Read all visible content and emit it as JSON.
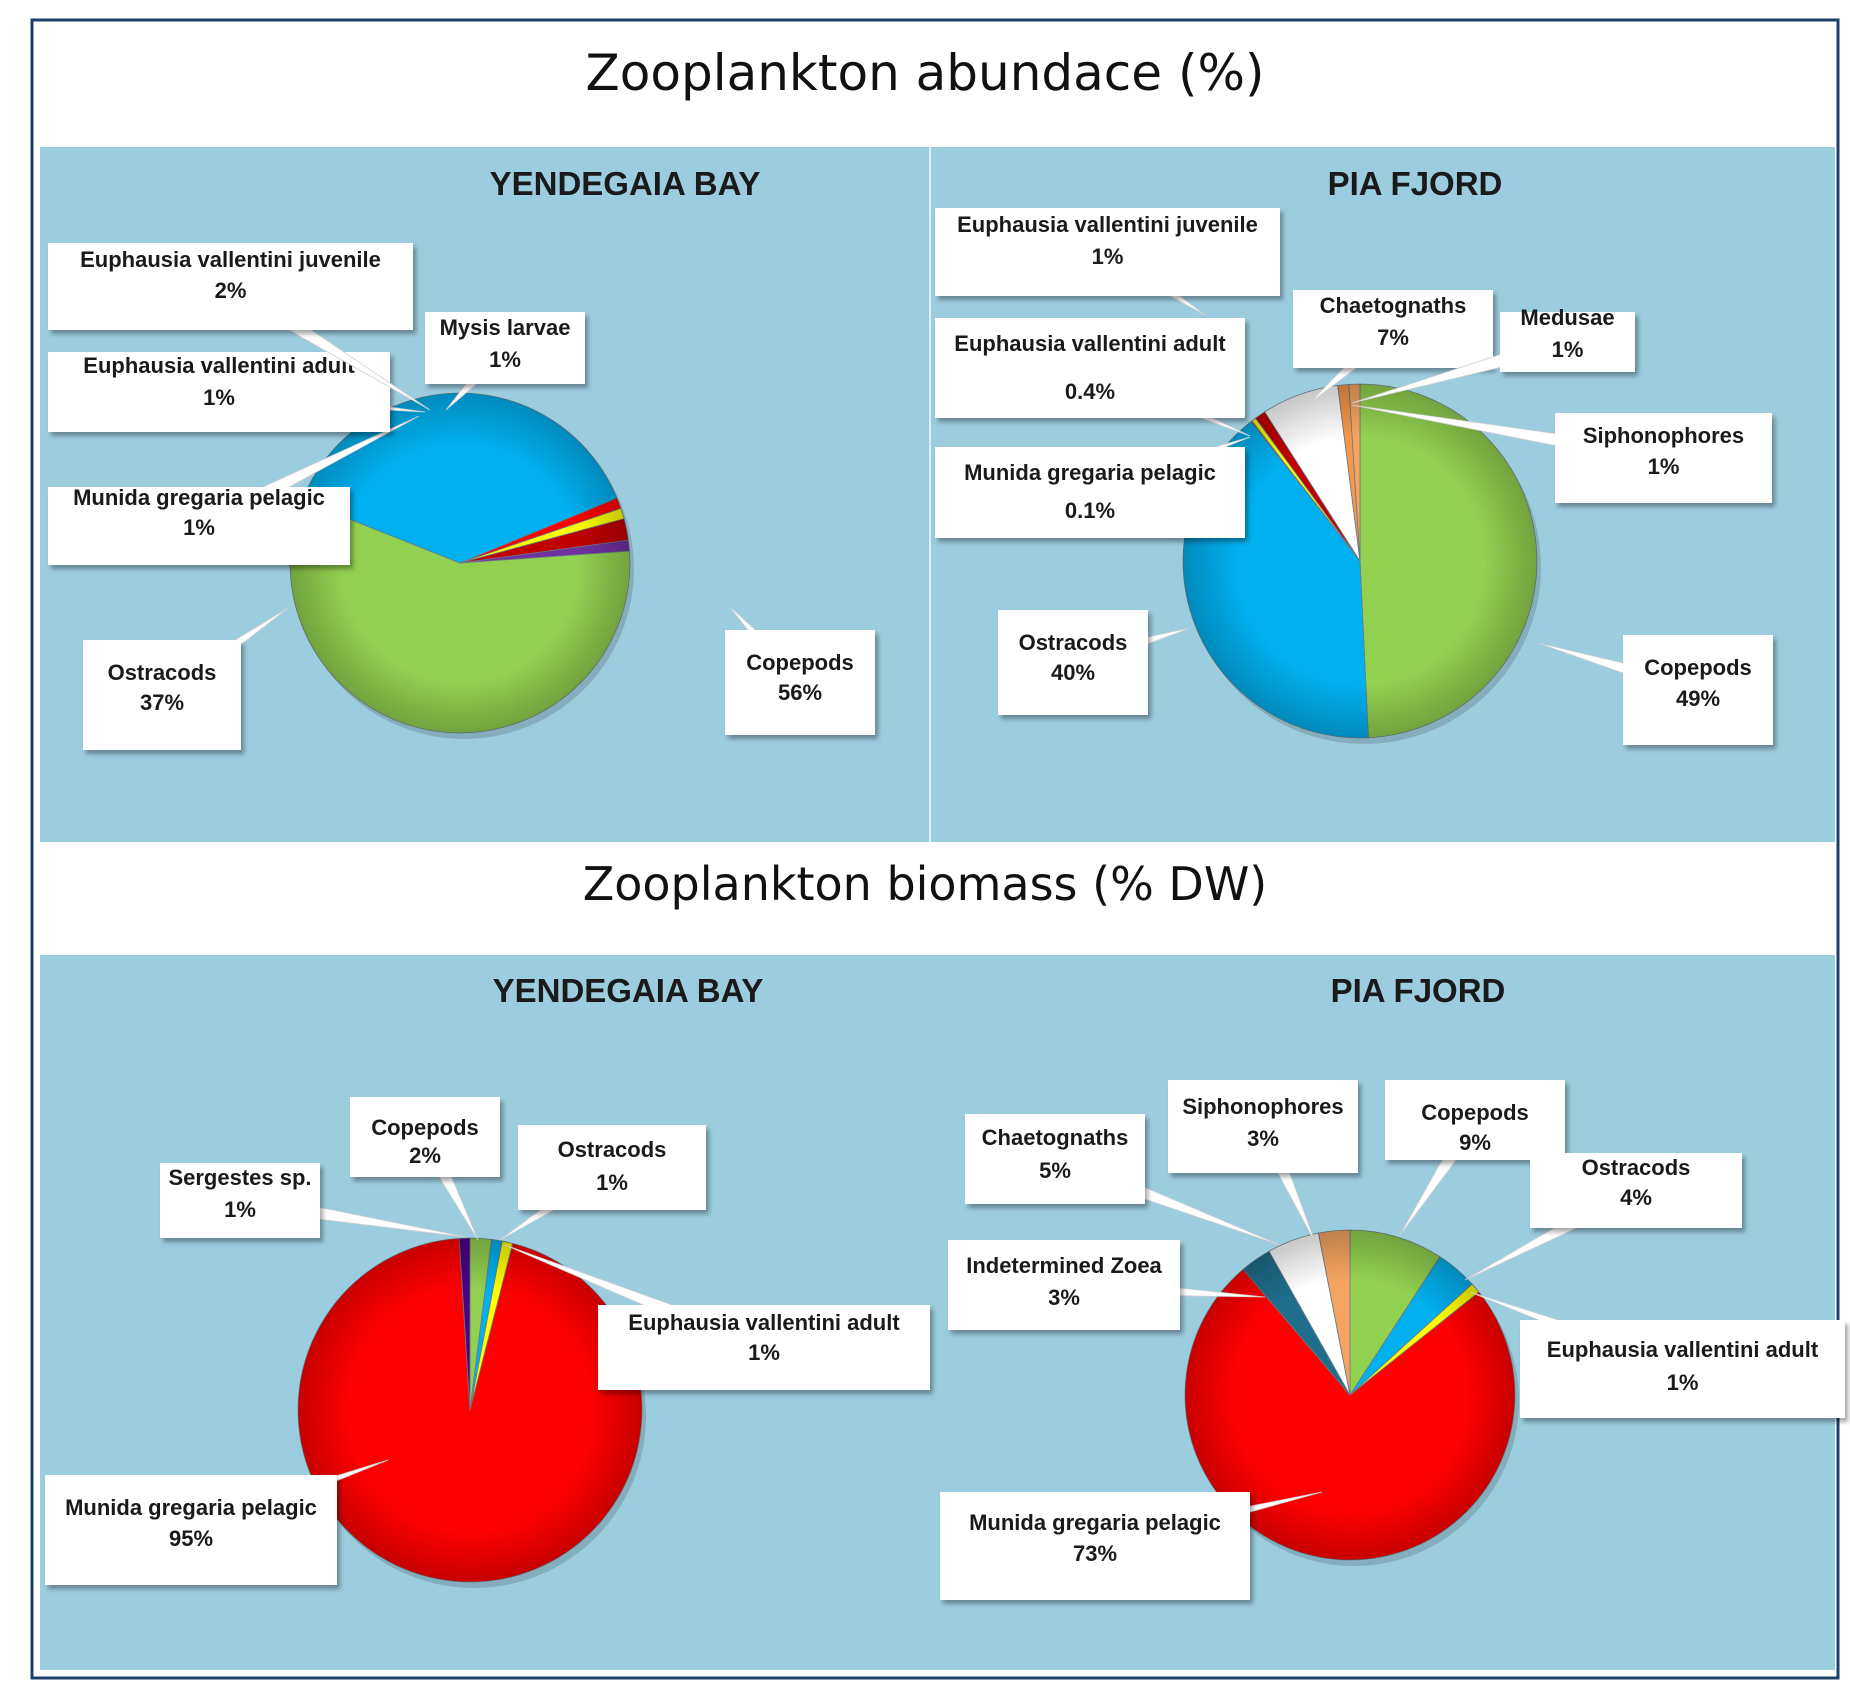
{
  "figure": {
    "sections": [
      {
        "key": "abundance",
        "title": "Zooplankton abundace  (%)"
      },
      {
        "key": "biomass",
        "title": "Zooplankton biomass  (% DW)"
      }
    ]
  },
  "colors": {
    "panel_background": "#9ccddf",
    "Copepods": "#92d050",
    "Ostracods": "#00b0f0",
    "Munida gregaria pelagic": "#ff0000",
    "Euphausia vallentini adult": "#ffff00",
    "Euphausia vallentini juvenile": "#c00000",
    "Mysis larvae": "#7030a0",
    "Chaetognaths": "#ffffff",
    "Medusae": "#f79646",
    "Siphonophores": "#f4a460",
    "Sergestes sp.": "#4b0082",
    "Indetermined Zoea": "#1f6e8c"
  },
  "chart_data": [
    {
      "type": "pie",
      "section": "abundance",
      "title": "YENDEGAIA  BAY",
      "slices": [
        {
          "label": "Copepods",
          "value": 56,
          "display": "56%"
        },
        {
          "label": "Ostracods",
          "value": 37,
          "display": "37%"
        },
        {
          "label": "Munida gregaria pelagic",
          "value": 1,
          "display": "1%"
        },
        {
          "label": "Euphausia vallentini adult",
          "value": 1,
          "display": "1%"
        },
        {
          "label": "Euphausia vallentini juvenile",
          "value": 2,
          "display": "2%"
        },
        {
          "label": "Mysis larvae",
          "value": 1,
          "display": "1%"
        }
      ]
    },
    {
      "type": "pie",
      "section": "abundance",
      "title": "PIA  FJORD",
      "slices": [
        {
          "label": "Copepods",
          "value": 49,
          "display": "49%"
        },
        {
          "label": "Ostracods",
          "value": 40,
          "display": "40%"
        },
        {
          "label": "Munida gregaria pelagic",
          "value": 0.1,
          "display": "0.1%"
        },
        {
          "label": "Euphausia vallentini adult",
          "value": 0.4,
          "display": "0.4%"
        },
        {
          "label": "Euphausia vallentini juvenile",
          "value": 1,
          "display": "1%"
        },
        {
          "label": "Chaetognaths",
          "value": 7,
          "display": "7%"
        },
        {
          "label": "Medusae",
          "value": 1,
          "display": "1%"
        },
        {
          "label": "Siphonophores",
          "value": 1,
          "display": "1%"
        }
      ]
    },
    {
      "type": "pie",
      "section": "biomass",
      "title": "YENDEGAIA  BAY",
      "slices": [
        {
          "label": "Copepods",
          "value": 2,
          "display": "2%"
        },
        {
          "label": "Ostracods",
          "value": 1,
          "display": "1%"
        },
        {
          "label": "Euphausia vallentini adult",
          "value": 1,
          "display": "1%"
        },
        {
          "label": "Munida gregaria pelagic",
          "value": 95,
          "display": "95%"
        },
        {
          "label": "Sergestes sp.",
          "value": 1,
          "display": "1%"
        }
      ]
    },
    {
      "type": "pie",
      "section": "biomass",
      "title": "PIA  FJORD",
      "slices": [
        {
          "label": "Copepods",
          "value": 9,
          "display": "9%"
        },
        {
          "label": "Ostracods",
          "value": 4,
          "display": "4%"
        },
        {
          "label": "Euphausia vallentini adult",
          "value": 1,
          "display": "1%"
        },
        {
          "label": "Munida gregaria pelagic",
          "value": 73,
          "display": "73%"
        },
        {
          "label": "Indetermined Zoea",
          "value": 3,
          "display": "3%"
        },
        {
          "label": "Chaetognaths",
          "value": 5,
          "display": "5%"
        },
        {
          "label": "Siphonophores",
          "value": 3,
          "display": "3%"
        }
      ]
    }
  ]
}
